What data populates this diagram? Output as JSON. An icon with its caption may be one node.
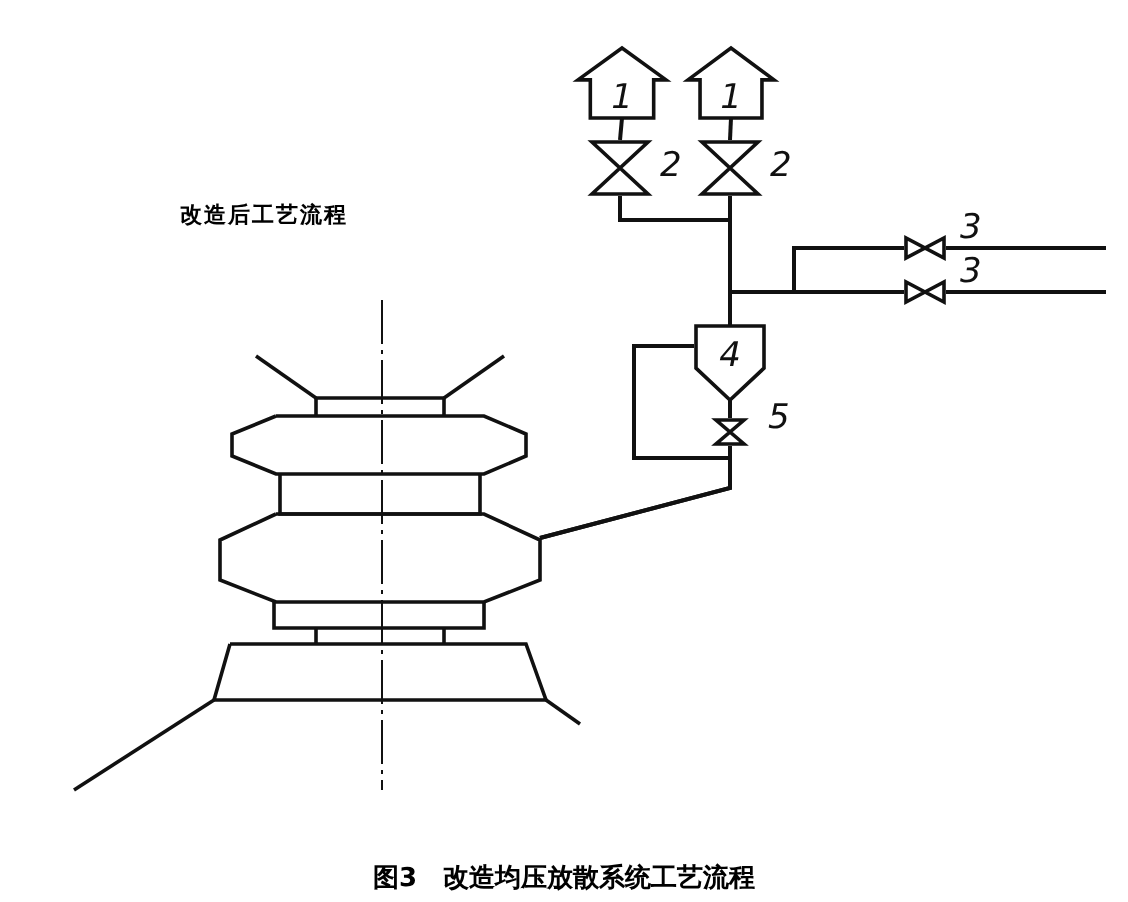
{
  "diagram": {
    "title": "改造后工艺流程",
    "caption": "图3　改造均压放散系统工艺流程",
    "nodes": [
      {
        "text": [
          "1"
        ]
      },
      {
        "text": [
          "1"
        ]
      },
      {
        "text": [],
        "shape": "valve",
        "beside": [
          "2"
        ]
      },
      {
        "text": [],
        "shape": "valve",
        "beside": [
          "2"
        ]
      },
      {
        "text": [],
        "shape": "valve",
        "beside": [
          "3"
        ]
      },
      {
        "text": [],
        "shape": "valve",
        "beside": [
          "3"
        ]
      },
      {
        "text": [
          "4"
        ]
      },
      {
        "text": [],
        "shape": "valve",
        "beside": [
          "5"
        ]
      },
      {
        "text": [],
        "shape": "picture"
      }
    ],
    "edges": [
      {
        "from": 0,
        "to": 2,
        "arrow": "none"
      },
      {
        "from": 1,
        "to": 3,
        "arrow": "none"
      },
      {
        "from": 2,
        "to": 6,
        "arrow": "none"
      },
      {
        "from": 3,
        "to": 6,
        "arrow": "none"
      },
      {
        "from": 4,
        "to": 6,
        "arrow": "none"
      },
      {
        "from": 5,
        "to": 6,
        "arrow": "none"
      },
      {
        "from": 4,
        "to": null,
        "arrow": "none"
      },
      {
        "from": 5,
        "to": null,
        "arrow": "none"
      },
      {
        "from": 6,
        "to": 7,
        "arrow": "none"
      },
      {
        "from": 7,
        "to": 8,
        "arrow": "none"
      },
      {
        "from": 6,
        "to": 8,
        "arrow": "none"
      }
    ]
  }
}
